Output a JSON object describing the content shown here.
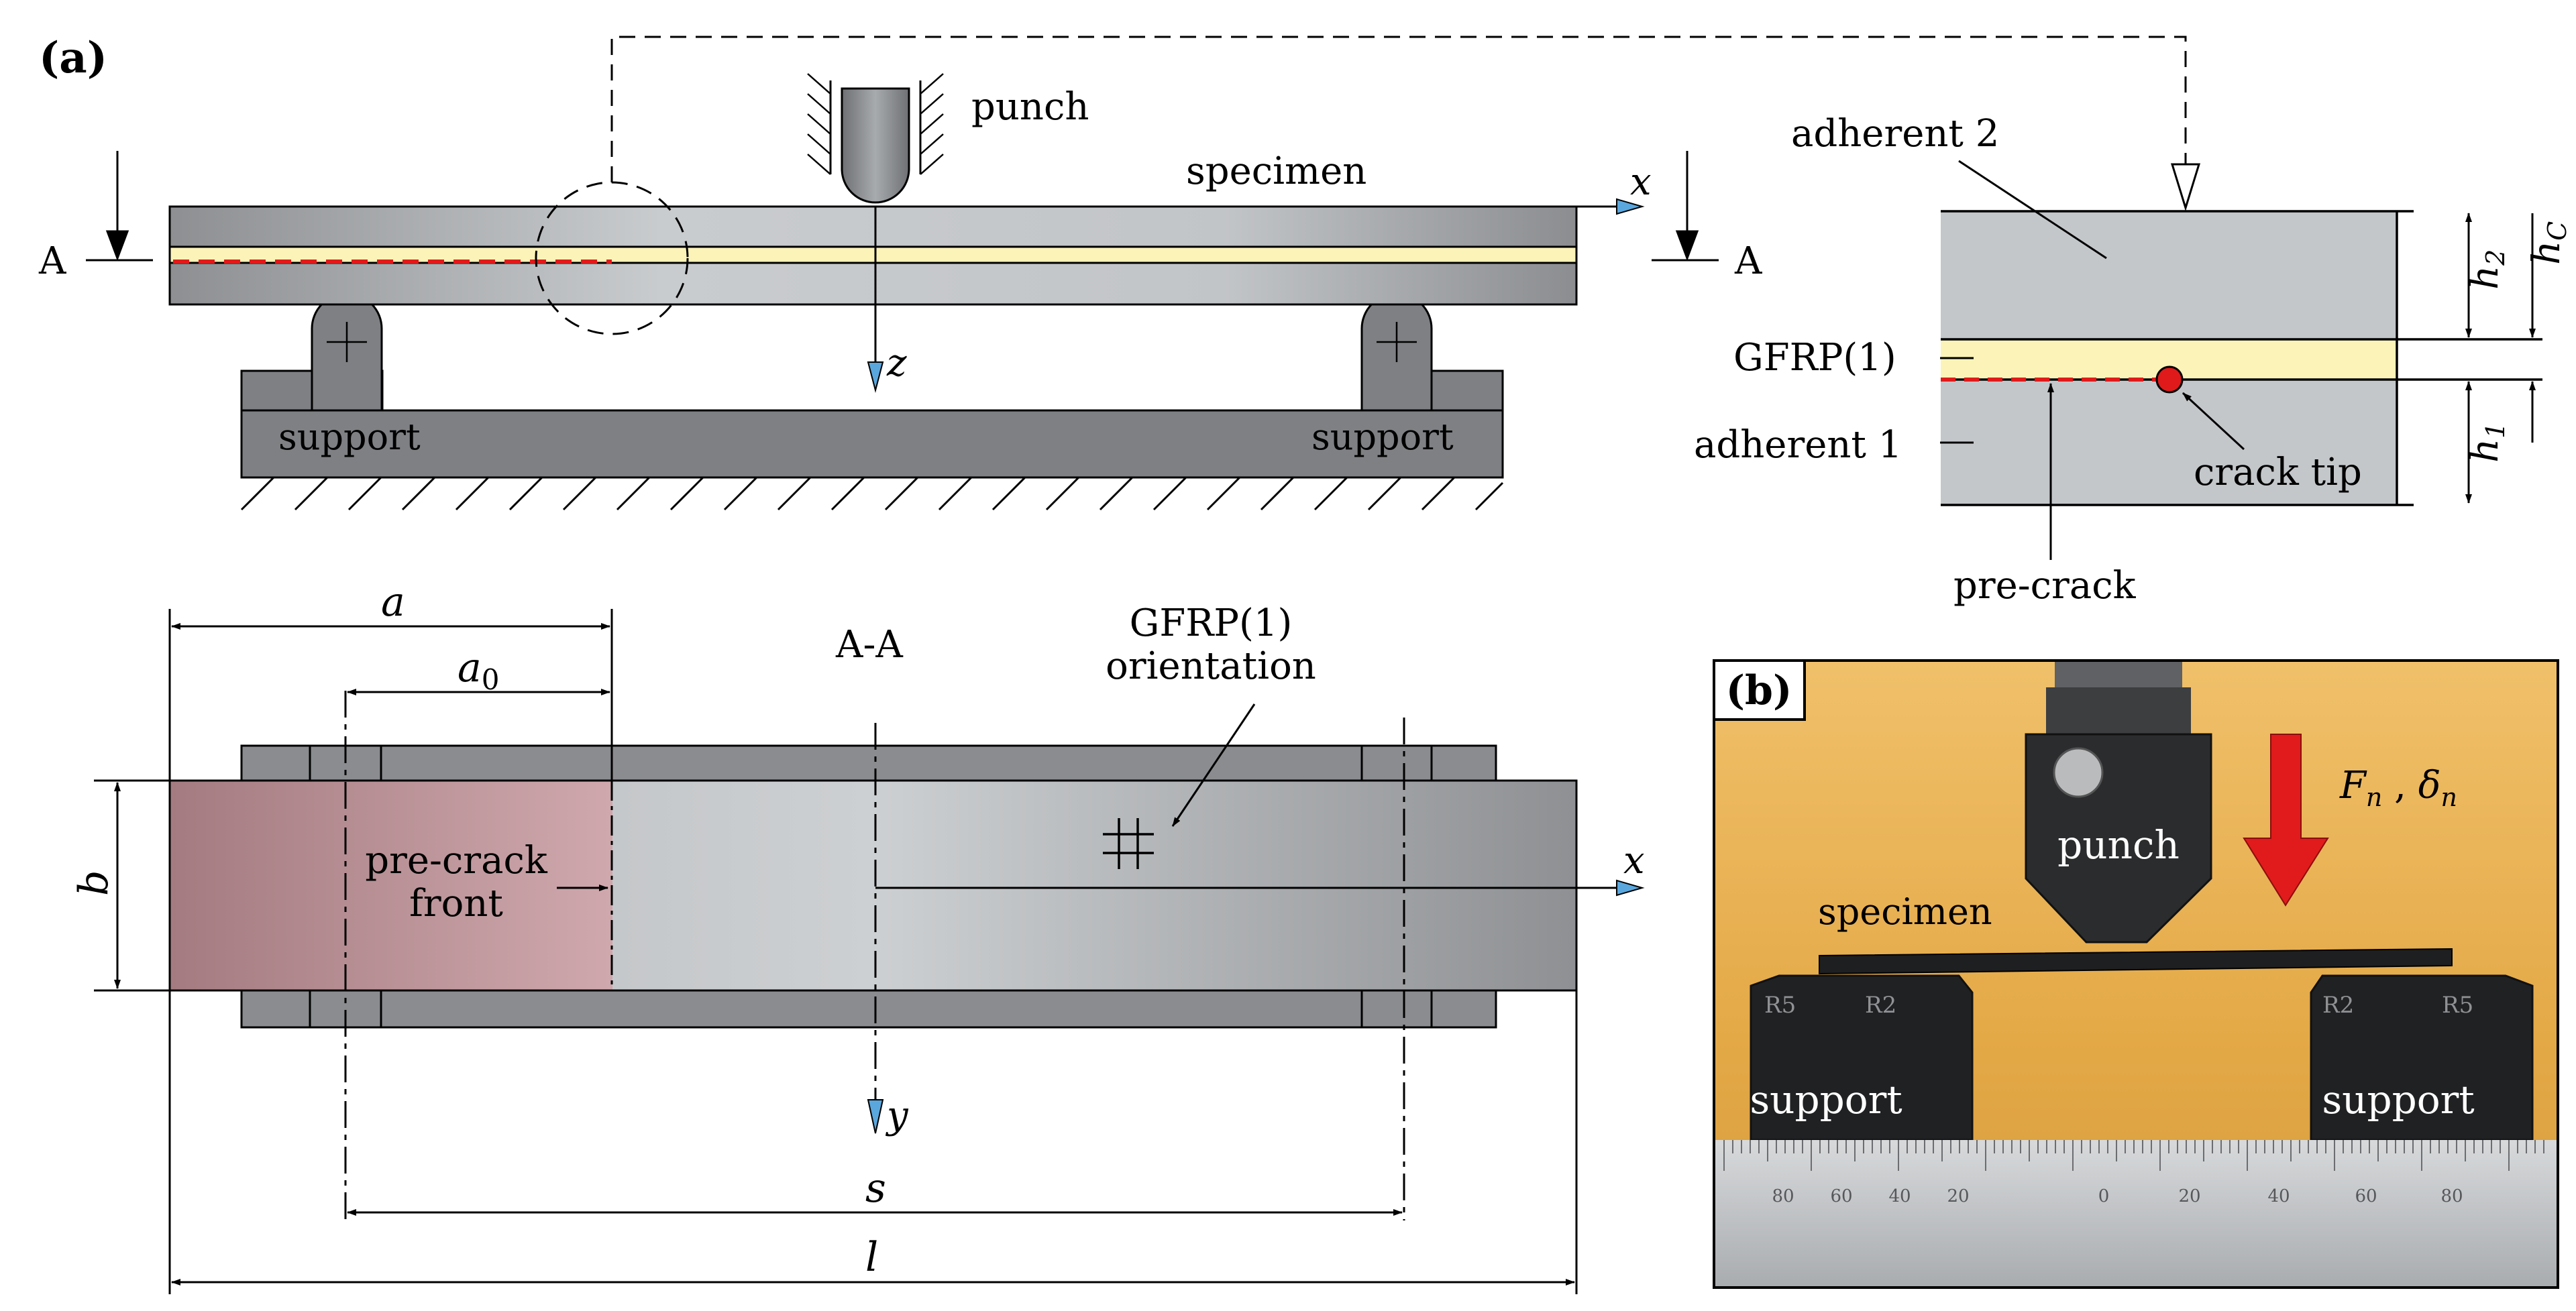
{
  "panel_a_label": "(a)",
  "panel_b_label": "(b)",
  "side_view": {
    "punch": "punch",
    "specimen": "specimen",
    "support_left": "support",
    "support_right": "support",
    "section_left": "A",
    "section_right": "A",
    "axis_x": "x",
    "axis_z": "z"
  },
  "detail_view": {
    "adherent2": "adherent 2",
    "adherent1": "adherent 1",
    "gfrp": "GFRP(1)",
    "crack_tip": "crack tip",
    "precrack": "pre-crack",
    "h2": "h",
    "h2_sub": "2",
    "hc": "h",
    "hc_sub": "C",
    "h1": "h",
    "h1_sub": "1"
  },
  "plan_view": {
    "section_title": "A-A",
    "dim_a": "a",
    "dim_a0": "a",
    "dim_a0_sub": "0",
    "dim_b": "b",
    "dim_s": "s",
    "dim_l": "l",
    "gfrp_orientation_line1": "GFRP(1)",
    "gfrp_orientation_line2": "orientation",
    "precrack_front_line1": "pre-crack",
    "precrack_front_line2": "front",
    "axis_x": "x",
    "axis_y": "y"
  },
  "photo": {
    "punch": "punch",
    "specimen": "specimen",
    "support_left": "support",
    "support_right": "support",
    "force_label": "F",
    "force_sub": "n",
    "disp_label": "δ",
    "disp_sub": "n",
    "block_left_marks": [
      "R5",
      "R2"
    ],
    "block_right_marks": [
      "R2",
      "R5"
    ],
    "ruler_ticks": [
      "80",
      "60",
      "40",
      "20",
      "0",
      "20",
      "40",
      "60",
      "80"
    ]
  },
  "colors": {
    "specimen_gray": "#c4c7ca",
    "support_gray": "#7c7e81",
    "adhesive_yellow": "#fbf3b8",
    "crack_red": "#e01a1a",
    "precrack_zone": "#c8a1a6",
    "axis_blue": "#5aa7de",
    "photo_bg": "#e7b14c"
  }
}
